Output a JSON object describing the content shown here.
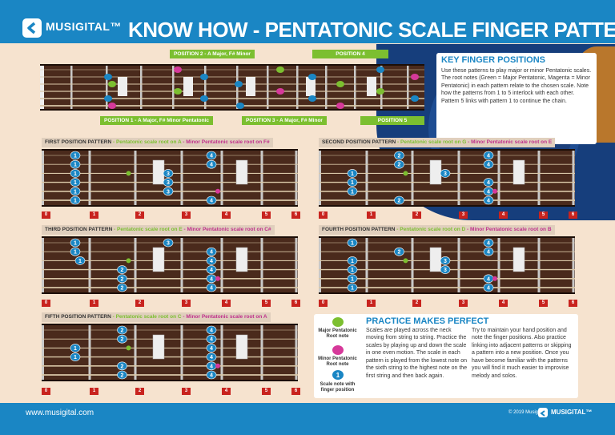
{
  "header": {
    "brand": "MUSIGITAL™",
    "title": "KNOW HOW - PENTATONIC SCALE FINGER PATTERNS"
  },
  "overview": {
    "labels": [
      "POSITION 2 - A Major, F# Minor",
      "POSITION 4",
      "POSITION 1 - A Major, F# Minor Pentatonic",
      "POSITION 3 - A Major, F# Minor",
      "POSITION 5"
    ]
  },
  "key_finger_positions": {
    "title": "KEY FINGER POSITIONS",
    "text": "Use these patterns to play major or minor Pentatonic scales. The root notes (Green = Major Pentatonic, Magenta = Minor Pentatonic) in each pattern relate to the chosen scale. Note how the patterns from 1 to 5 interlock with each other. Pattern 5 links with pattern 1 to continue the chain."
  },
  "patterns": [
    {
      "prefix": "FIRST POSITION PATTERN",
      "major": " - Pentatonic scale root on A",
      "minor": " - Minor Pentatonic scale root on F#"
    },
    {
      "prefix": "SECOND POSITION PATTERN",
      "major": " - Pentatonic scale root on G",
      "minor": " - Minor Pentatonic scale root on E"
    },
    {
      "prefix": "THIRD POSITION PATTERN",
      "major": " - Pentatonic scale root on E",
      "minor": " - Minor Pentatonic scale root on C#"
    },
    {
      "prefix": "FOURTH POSITION PATTERN",
      "major": " - Pentatonic scale root on D",
      "minor": " - Minor Pentatonic scale root on B"
    },
    {
      "prefix": "FIFTH POSITION PATTERN",
      "major": " - Pentatonic scale root on C",
      "minor": " - Minor Pentatonic scale root on A"
    }
  ],
  "fret_numbers": [
    "0",
    "1",
    "2",
    "3",
    "4",
    "5",
    "6"
  ],
  "legend": {
    "major_root": "Major Pentatonic Root note",
    "minor_root": "Minor Pentatonic Root note",
    "scale_note": "Scale note with finger position"
  },
  "practice": {
    "title": "PRACTICE MAKES PERFECT",
    "col1": "Scales are played across the neck moving from string to string. Practice the scales by playing up and down the scale in one even motion. The scale in each pattern is played from the lowest note on the sixth string to the highest note on the first string and then back again.",
    "col2": "Try to maintain your hand position and note the finger positions. Also practice linking into adjacent patterns or skipping a pattern into a new position. Once you have become familiar with the patterns you will find it much easier to improvise melody and solos."
  },
  "footer": {
    "url": "www.musigital.com",
    "copyright": "© 2019 Musigital",
    "brand": "MUSIGITAL™"
  },
  "colors": {
    "blue": "#1a86c4",
    "green": "#7cbf30",
    "magenta": "#d6399a",
    "red": "#c8231e",
    "wood": "#4a2a1c"
  },
  "pattern_notes": [
    [
      [
        0,
        1,
        "1"
      ],
      [
        1,
        1,
        "1"
      ],
      [
        2,
        1,
        "1"
      ],
      [
        3,
        1,
        "1"
      ],
      [
        4,
        1,
        "1"
      ],
      [
        5,
        1,
        "1"
      ],
      [
        0,
        4,
        "4"
      ],
      [
        1,
        4,
        "4"
      ],
      [
        2,
        3,
        "3"
      ],
      [
        3,
        3,
        "3"
      ],
      [
        4,
        3,
        "3"
      ],
      [
        5,
        4,
        "4"
      ]
    ],
    [
      [
        0,
        2,
        "2"
      ],
      [
        1,
        2,
        "2"
      ],
      [
        2,
        1,
        "1"
      ],
      [
        3,
        1,
        "1"
      ],
      [
        4,
        1,
        "1"
      ],
      [
        5,
        2,
        "2"
      ],
      [
        0,
        4,
        "4"
      ],
      [
        1,
        4,
        "4"
      ],
      [
        2,
        3,
        "3"
      ],
      [
        3,
        4,
        "4"
      ],
      [
        4,
        4,
        "4"
      ],
      [
        5,
        4,
        "4"
      ]
    ],
    [
      [
        0,
        1,
        "1"
      ],
      [
        1,
        1,
        "1"
      ],
      [
        2,
        0,
        "1"
      ],
      [
        3,
        2,
        "2"
      ],
      [
        4,
        2,
        "2"
      ],
      [
        5,
        2,
        "2"
      ],
      [
        0,
        3,
        "3"
      ],
      [
        1,
        4,
        "4"
      ],
      [
        2,
        4,
        "4"
      ],
      [
        3,
        4,
        "4"
      ],
      [
        4,
        4,
        "4"
      ],
      [
        5,
        4,
        "4"
      ]
    ],
    [
      [
        0,
        1,
        "1"
      ],
      [
        1,
        2,
        "2"
      ],
      [
        2,
        1,
        "1"
      ],
      [
        3,
        1,
        "1"
      ],
      [
        4,
        1,
        "1"
      ],
      [
        5,
        1,
        "1"
      ],
      [
        0,
        4,
        "4"
      ],
      [
        1,
        4,
        "4"
      ],
      [
        2,
        3,
        "3"
      ],
      [
        3,
        3,
        "3"
      ],
      [
        4,
        4,
        "4"
      ],
      [
        5,
        4,
        "4"
      ]
    ],
    [
      [
        0,
        2,
        "2"
      ],
      [
        1,
        2,
        "2"
      ],
      [
        2,
        1,
        "1"
      ],
      [
        3,
        1,
        "1"
      ],
      [
        4,
        2,
        "2"
      ],
      [
        5,
        2,
        "2"
      ],
      [
        0,
        4,
        "4"
      ],
      [
        1,
        4,
        "4"
      ],
      [
        2,
        4,
        "4"
      ],
      [
        3,
        4,
        "4"
      ],
      [
        4,
        4,
        "4"
      ],
      [
        5,
        4,
        "4"
      ]
    ]
  ]
}
